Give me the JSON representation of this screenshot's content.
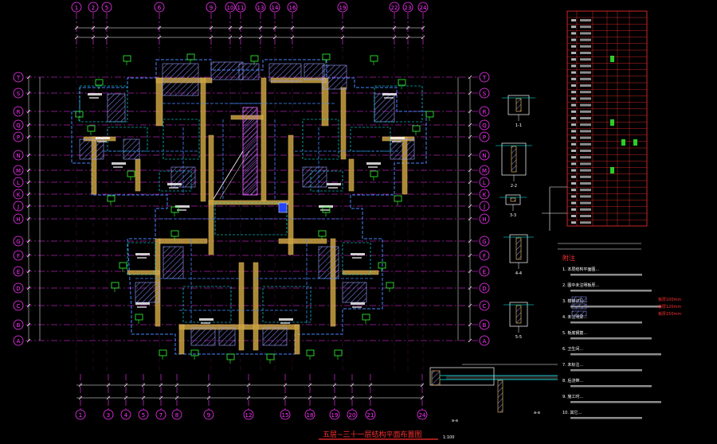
{
  "drawing": {
    "title": "五层~三十一层结构平面布置图",
    "scale": "1:100",
    "notes_heading": "附注",
    "notes": [
      "1. 本层结构平面图...",
      "2. 图中未注明板厚...",
      "3. 楼梯详见...",
      "4. 未注明梁...",
      "5. 板底钢筋...",
      "6. 卫生间...",
      "7. 未标注...",
      "8. 后浇带...",
      "9. 施工时...",
      "10. 其它..."
    ],
    "legend_items": [
      {
        "label": "板厚100mm",
        "color": "#ff3030"
      },
      {
        "label": "板厚120mm",
        "color": "#ff3030"
      },
      {
        "label": "板厚150mm",
        "color": "#ff3030"
      }
    ],
    "section_labels": [
      "1-1",
      "2-2",
      "3-3",
      "4-4",
      "5-5",
      "a-a"
    ]
  },
  "axes": {
    "top": [
      "1",
      "2",
      "5",
      "6",
      "9",
      "10",
      "11",
      "13",
      "14",
      "16",
      "19",
      "22",
      "23",
      "24"
    ],
    "bottom": [
      "1",
      "3",
      "4",
      "5",
      "7",
      "8",
      "9",
      "12",
      "15",
      "18",
      "19",
      "20",
      "21",
      "24"
    ],
    "left": [
      "T",
      "S",
      "R",
      "Q",
      "P",
      "N",
      "M",
      "L",
      "K",
      "J",
      "H",
      "G",
      "F",
      "E",
      "D",
      "C",
      "B",
      "A"
    ],
    "right": [
      "T",
      "S",
      "R",
      "Q",
      "P",
      "N",
      "M",
      "L",
      "K",
      "J",
      "H",
      "G",
      "F",
      "E",
      "D",
      "C",
      "B",
      "A"
    ]
  },
  "colors": {
    "axis": "#ff33ff",
    "dim": "#ffffff",
    "wall": "#e8c060",
    "beam": "#4488ff",
    "hatch": "#aab0ff",
    "bubble": "#33ff33",
    "cyan": "#00ffff",
    "red": "#ff3030"
  }
}
